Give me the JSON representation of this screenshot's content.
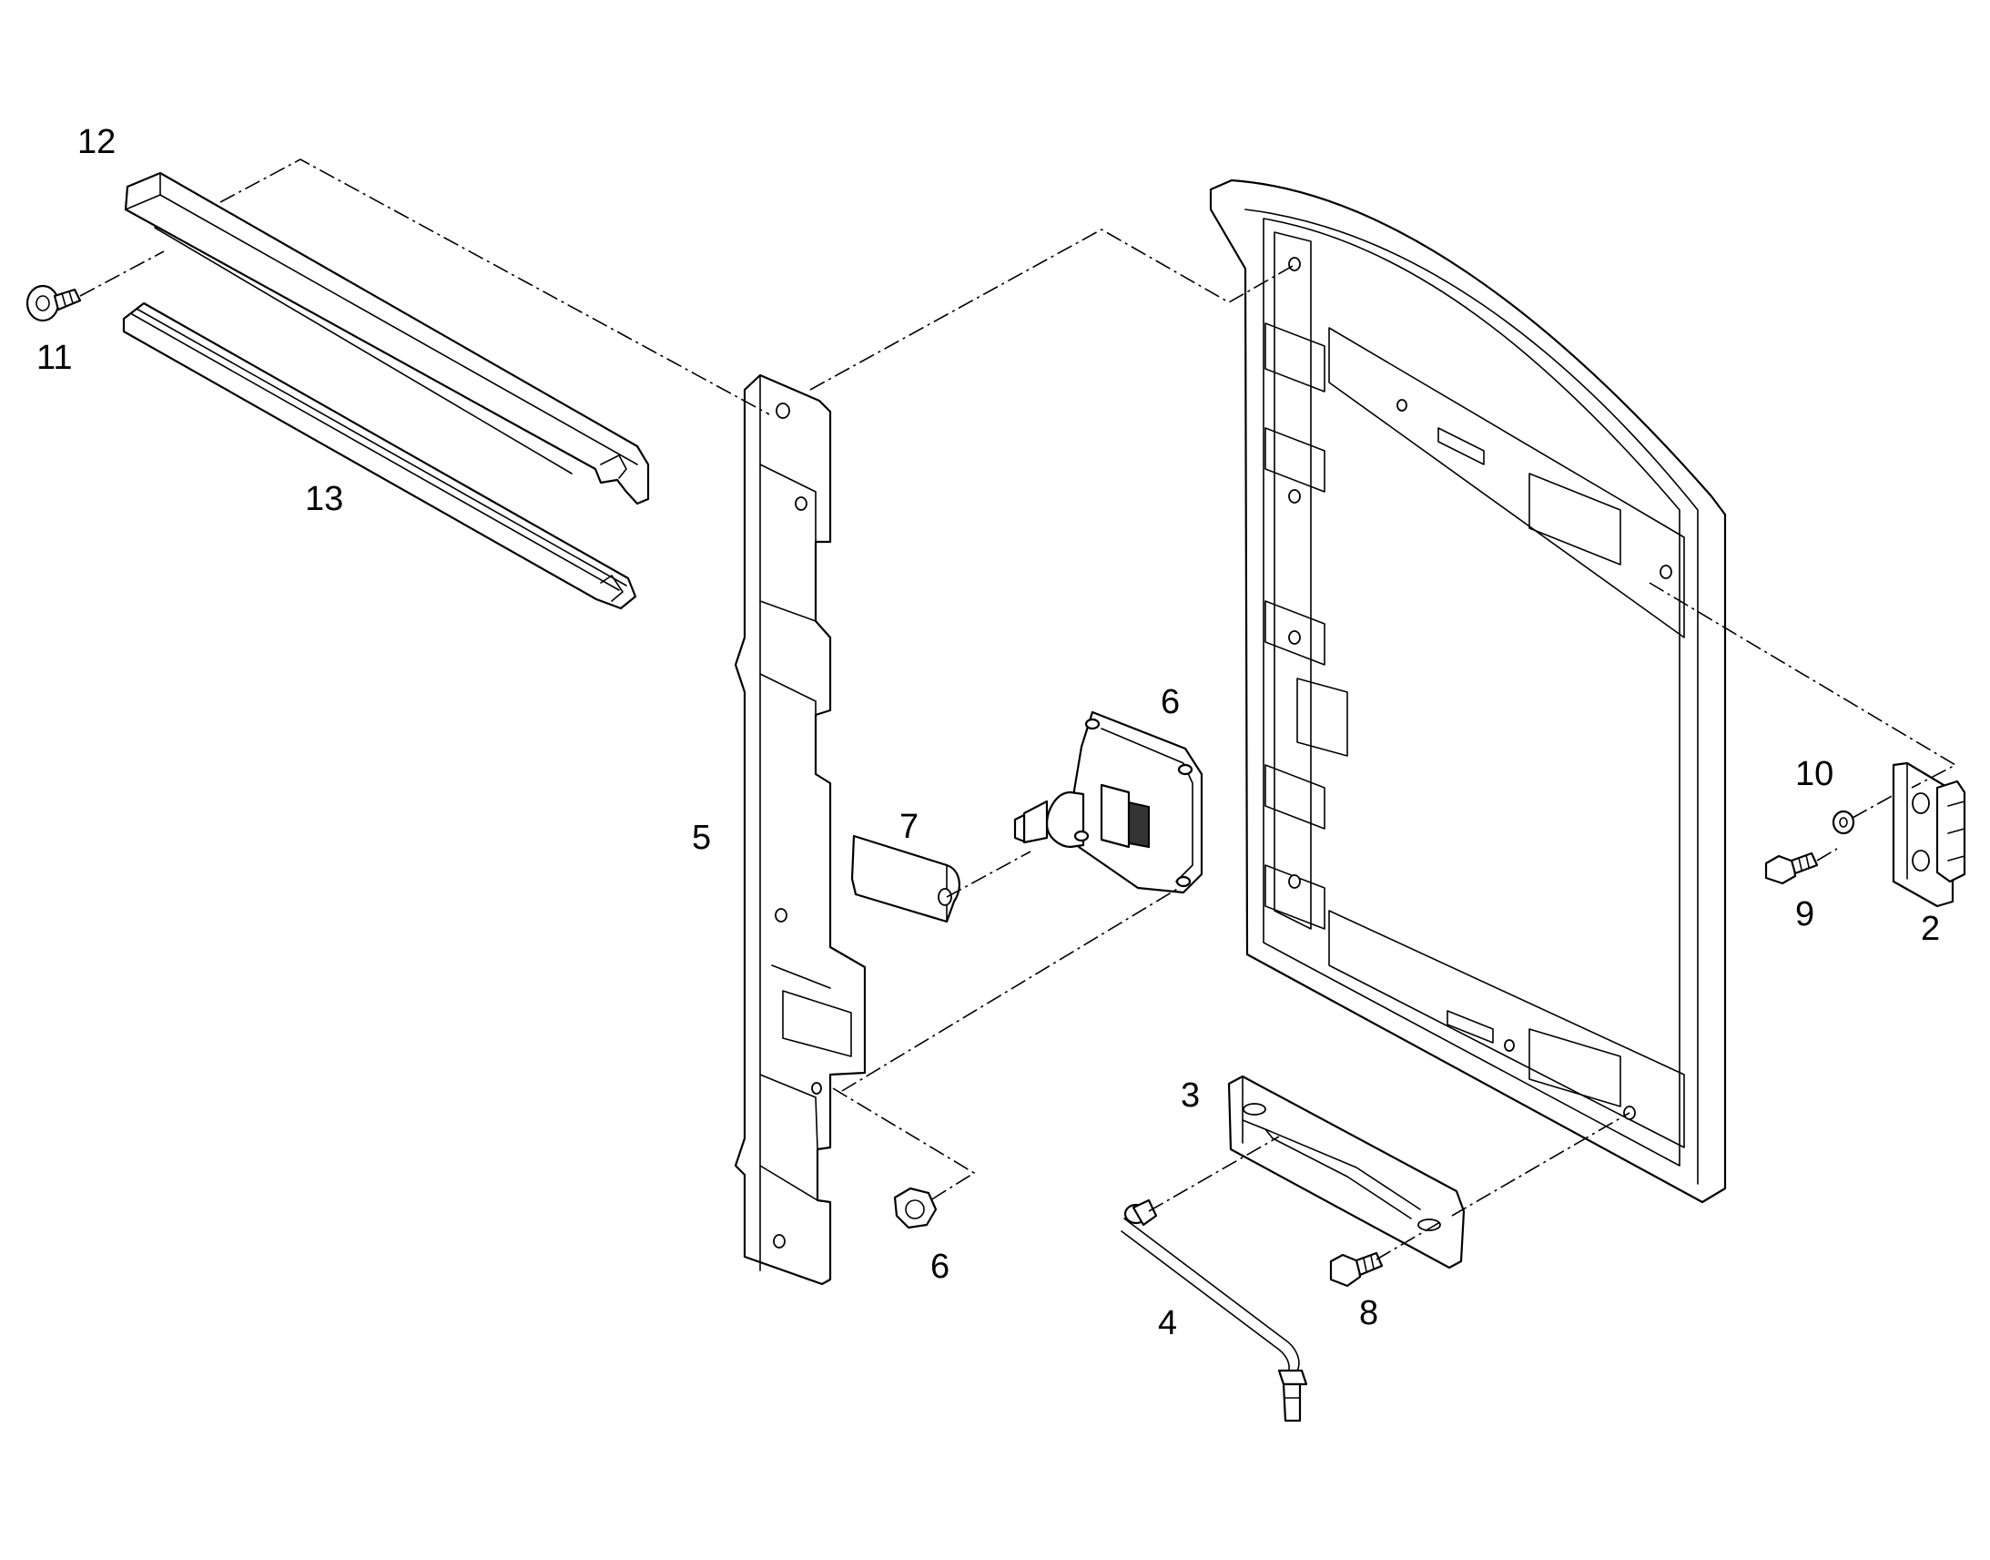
{
  "diagram": {
    "callouts": [
      {
        "id": "12",
        "label": "12"
      },
      {
        "id": "11",
        "label": "11"
      },
      {
        "id": "13",
        "label": "13"
      },
      {
        "id": "5",
        "label": "5"
      },
      {
        "id": "6a",
        "label": "6"
      },
      {
        "id": "7",
        "label": "7"
      },
      {
        "id": "6b",
        "label": "6"
      },
      {
        "id": "3",
        "label": "3"
      },
      {
        "id": "4",
        "label": "4"
      },
      {
        "id": "8",
        "label": "8"
      },
      {
        "id": "10",
        "label": "10"
      },
      {
        "id": "9",
        "label": "9"
      },
      {
        "id": "2",
        "label": "2"
      }
    ]
  }
}
